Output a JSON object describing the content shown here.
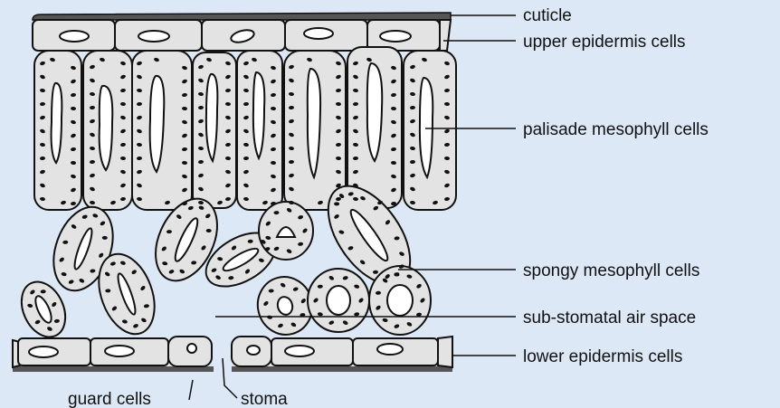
{
  "diagram": {
    "labels": {
      "cuticle": "cuticle",
      "upper_epidermis": "upper epidermis cells",
      "palisade": "palisade mesophyll cells",
      "spongy": "spongy mesophyll cells",
      "sub_stomatal": "sub-stomatal air space",
      "lower_epidermis": "lower epidermis cells",
      "guard_cells": "guard cells",
      "stoma": "stoma"
    },
    "colors": {
      "background": "#dce8f5",
      "cell_fill": "#e3e3e3",
      "outline": "#111111",
      "vacuole": "#ffffff",
      "cuticle": "#555555"
    }
  }
}
